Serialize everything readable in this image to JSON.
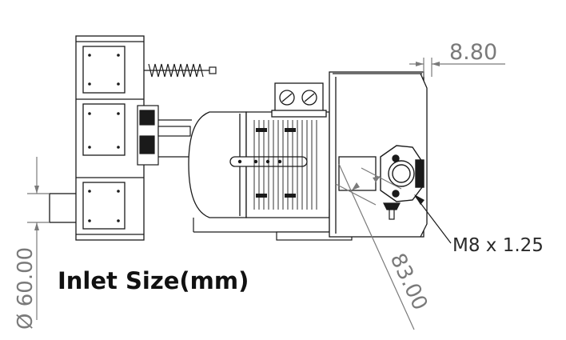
{
  "title": "Inlet Size(mm)",
  "dimensions": {
    "top_offset": "8.80",
    "diameter": "Ø 60.00",
    "diagonal": "83.00",
    "thread": "M8 x 1.25"
  },
  "colors": {
    "line": "#1a1a1a",
    "dimension": "#7a7a7a",
    "title": "#111111",
    "background": "#ffffff"
  }
}
